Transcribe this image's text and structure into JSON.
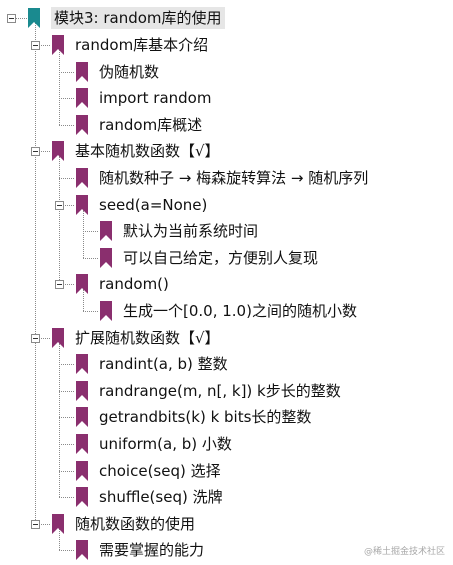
{
  "tree": {
    "label": "模块3: random库的使用",
    "icon": "bookmark-teal-icon",
    "children": [
      {
        "label": "random库基本介绍",
        "icon": "bookmark-icon",
        "children": [
          {
            "label": "伪随机数",
            "icon": "bookmark-icon"
          },
          {
            "label": "import random",
            "icon": "bookmark-icon"
          },
          {
            "label": "random库概述",
            "icon": "bookmark-icon"
          }
        ]
      },
      {
        "label": "基本随机数函数【√】",
        "icon": "bookmark-icon",
        "children": [
          {
            "label": "随机数种子 → 梅森旋转算法 → 随机序列",
            "icon": "bookmark-icon"
          },
          {
            "label": "seed(a=None)",
            "icon": "bookmark-icon",
            "children": [
              {
                "label": "默认为当前系统时间",
                "icon": "bookmark-icon"
              },
              {
                "label": "可以自己给定，方便别人复现",
                "icon": "bookmark-icon"
              }
            ]
          },
          {
            "label": "random()",
            "icon": "bookmark-icon",
            "children": [
              {
                "label": "生成一个[0.0, 1.0)之间的随机小数",
                "icon": "bookmark-icon"
              }
            ]
          }
        ]
      },
      {
        "label": "扩展随机数函数【√】",
        "icon": "bookmark-icon",
        "children": [
          {
            "label": "randint(a, b) 整数",
            "icon": "bookmark-icon"
          },
          {
            "label": "randrange(m, n[, k]) k步长的整数",
            "icon": "bookmark-icon"
          },
          {
            "label": "getrandbits(k) k bits长的整数",
            "icon": "bookmark-icon"
          },
          {
            "label": "uniform(a, b) 小数",
            "icon": "bookmark-icon"
          },
          {
            "label": "choice(seq) 选择",
            "icon": "bookmark-icon"
          },
          {
            "label": "shuffle(seq) 洗牌",
            "icon": "bookmark-icon"
          }
        ]
      },
      {
        "label": "随机数函数的使用",
        "icon": "bookmark-icon",
        "children": [
          {
            "label": "需要掌握的能力",
            "icon": "bookmark-icon"
          }
        ]
      }
    ]
  },
  "colors": {
    "bookmark": "#8a2f6e",
    "bookmark_root": "#1a8a8f",
    "guide": "#8a8a8a",
    "root_highlight": "#e6e6e6"
  },
  "watermark": "@稀土掘金技术社区"
}
